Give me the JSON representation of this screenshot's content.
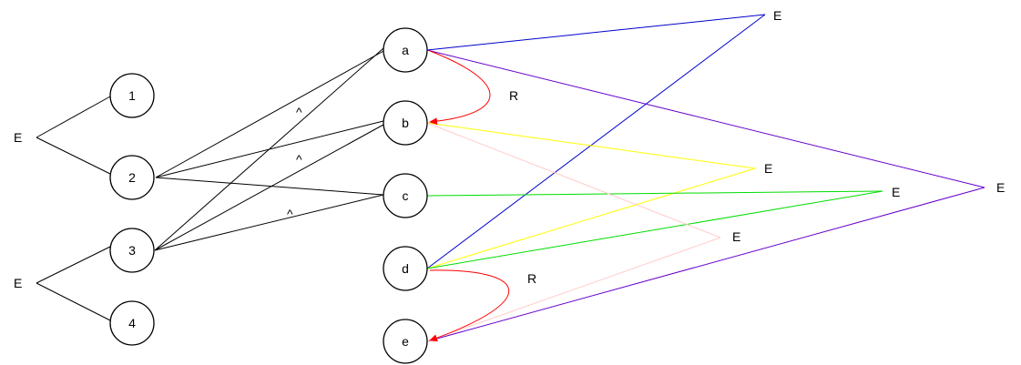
{
  "nodes": [
    {
      "id": "n1",
      "label": "1"
    },
    {
      "id": "n2",
      "label": "2"
    },
    {
      "id": "n3",
      "label": "3"
    },
    {
      "id": "n4",
      "label": "4"
    },
    {
      "id": "na",
      "label": "a"
    },
    {
      "id": "nb",
      "label": "b"
    },
    {
      "id": "nc",
      "label": "c"
    },
    {
      "id": "nd",
      "label": "d"
    },
    {
      "id": "ne",
      "label": "e"
    }
  ],
  "labels": {
    "e_left_top": "E",
    "e_left_bottom": "E",
    "e_top": "E",
    "e_mid_yellow": "E",
    "e_mid_green": "E",
    "e_pink": "E",
    "e_far_purple": "E",
    "r_ab": "R",
    "r_de": "R",
    "and_1": "^",
    "and_2": "^",
    "and_3": "^"
  },
  "colors": {
    "black": "#000000",
    "red": "#ff0000",
    "blue": "#0000cc",
    "purple": "#6600cc",
    "yellow": "#ffff00",
    "green": "#00dd00",
    "pink": "#ffcccc"
  }
}
